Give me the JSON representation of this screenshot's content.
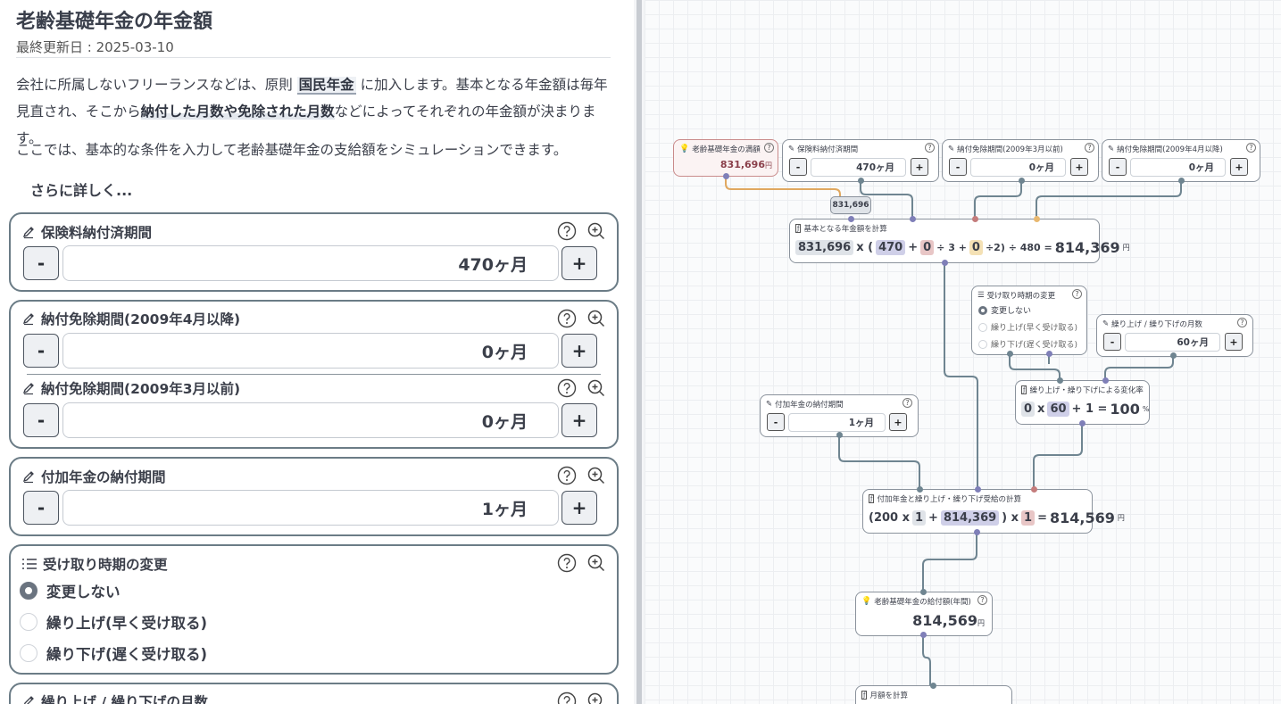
{
  "page": {
    "title": "老齢基礎年金の年金額",
    "updated": "最終更新日 : 2025-03-10",
    "para1_a": "会社に所属しないフリーランスなどは、原則",
    "para1_hl": "国民年金",
    "para1_b": "に加入します。基本となる年金額は毎年見直され、そこから",
    "para1_hl2": "納付した月数や免除された月数",
    "para1_c": "などによってそれぞれの年金額が決まります。",
    "para2": "ここでは、基本的な条件を入力して老齢基礎年金の支給額をシミュレーションできます。",
    "more": "さらに詳しく..."
  },
  "cards": {
    "paid": {
      "label": "保険料納付済期間",
      "value": "470ヶ月"
    },
    "exempt_after": {
      "label": "納付免除期間(2009年4月以降)",
      "value": "0ヶ月"
    },
    "exempt_before": {
      "label": "納付免除期間(2009年3月以前)",
      "value": "0ヶ月"
    },
    "addon": {
      "label": "付加年金の納付期間",
      "value": "1ヶ月"
    },
    "timing": {
      "label": "受け取り時期の変更",
      "options": [
        "変更しない",
        "繰り上げ(早く受け取る)",
        "繰り下げ(遅く受け取る)"
      ],
      "selected": 0
    },
    "months": {
      "label": "繰り上げ / 繰り下げの月数"
    }
  },
  "buttons": {
    "minus": "-",
    "plus": "+"
  },
  "canvas": {
    "full": {
      "label": "老齢基礎年金の満額",
      "value": "831,696",
      "unit": "円"
    },
    "paid": {
      "label": "保険料納付済期間",
      "value": "470ヶ月"
    },
    "exempt_before": {
      "label": "納付免除期間(2009年3月以前)",
      "value": "0ヶ月"
    },
    "exempt_after": {
      "label": "納付免除期間(2009年4月以降)",
      "value": "0ヶ月"
    },
    "wire_label": "831,696",
    "base": {
      "label": "基本となる年金額を計算",
      "t1": "831,696",
      "x": "x (",
      "t2": "470",
      "plus1": "+",
      "t3": "0",
      "div3": "÷ 3 +",
      "t4": "0",
      "rest": "÷2) ÷ 480 =",
      "result": "814,369",
      "unit": "円"
    },
    "timing": {
      "label": "受け取り時期の変更",
      "options": [
        "変更しない",
        "繰り上げ(早く受け取る)",
        "繰り下げ(遅く受け取る)"
      ]
    },
    "months": {
      "label": "繰り上げ / 繰り下げの月数",
      "value": "60ヶ月"
    },
    "rate": {
      "label": "繰り上げ・繰り下げによる変化率",
      "t1": "0",
      "x": "x",
      "t2": "60",
      "rest": "+ 1 =",
      "result": "100",
      "unit": "%"
    },
    "addon": {
      "label": "付加年金の納付期間",
      "value": "1ヶ月"
    },
    "combined": {
      "label": "付加年金と繰り上げ・繰り下げ受給の計算",
      "a": "(200 x",
      "t1": "1",
      "plus": "+",
      "t2": "814,369",
      "b": ") x",
      "t3": "1",
      "eq": "=",
      "result": "814,569",
      "unit": "円"
    },
    "annual": {
      "label": "老齢基礎年金の給付額(年間)",
      "value": "814,569",
      "unit": "円"
    },
    "monthly": {
      "label": "月額を計算"
    }
  },
  "icons": {
    "pencil": "pencil-icon",
    "help": "help-icon",
    "zoom": "zoom-in-icon",
    "list": "list-icon",
    "bulb": "lightbulb-icon",
    "func": "function-icon"
  },
  "colors": {
    "border": "#6b7c86",
    "accent_red": "#c98b8b",
    "wire": "#6f8591",
    "wire_orange": "#e0a860",
    "dot_purple": "#7f7fb8"
  }
}
